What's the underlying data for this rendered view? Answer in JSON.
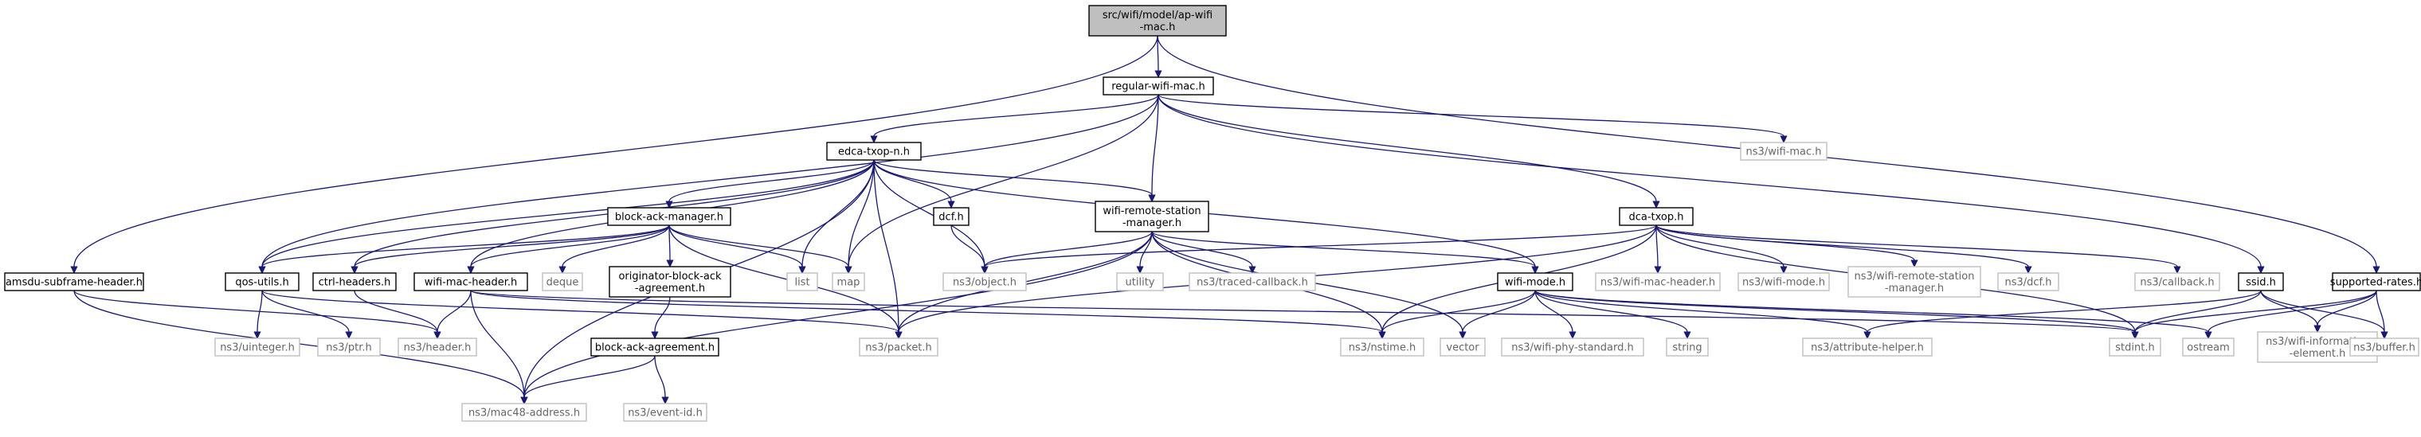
{
  "diagram": {
    "type": "include-dependency-graph",
    "colors": {
      "root_fill": "#bfbfbf",
      "node_border": "#000000",
      "external_border": "#bfbfbf",
      "edge": "#191970"
    },
    "nodes": [
      {
        "id": "root",
        "lines": [
          "src/wifi/model/ap-wifi",
          "-mac.h"
        ],
        "kind": "root"
      },
      {
        "id": "regular",
        "lines": [
          "regular-wifi-mac.h"
        ],
        "kind": "internal"
      },
      {
        "id": "edca",
        "lines": [
          "edca-txop-n.h"
        ],
        "kind": "internal"
      },
      {
        "id": "ns3wifimac",
        "lines": [
          "ns3/wifi-mac.h"
        ],
        "kind": "external"
      },
      {
        "id": "dca",
        "lines": [
          "dca-txop.h"
        ],
        "kind": "internal"
      },
      {
        "id": "supported",
        "lines": [
          "supported-rates.h"
        ],
        "kind": "internal"
      },
      {
        "id": "bam",
        "lines": [
          "block-ack-manager.h"
        ],
        "kind": "internal"
      },
      {
        "id": "dcf",
        "lines": [
          "dcf.h"
        ],
        "kind": "internal"
      },
      {
        "id": "wrsm",
        "lines": [
          "wifi-remote-station",
          "-manager.h"
        ],
        "kind": "internal"
      },
      {
        "id": "amsdu",
        "lines": [
          "amsdu-subframe-header.h"
        ],
        "kind": "internal"
      },
      {
        "id": "qos",
        "lines": [
          "qos-utils.h"
        ],
        "kind": "internal"
      },
      {
        "id": "ctrl",
        "lines": [
          "ctrl-headers.h"
        ],
        "kind": "internal"
      },
      {
        "id": "wmh",
        "lines": [
          "wifi-mac-header.h"
        ],
        "kind": "internal"
      },
      {
        "id": "deque",
        "lines": [
          "deque"
        ],
        "kind": "external"
      },
      {
        "id": "oba",
        "lines": [
          "originator-block-ack",
          "-agreement.h"
        ],
        "kind": "internal"
      },
      {
        "id": "list",
        "lines": [
          "list"
        ],
        "kind": "external"
      },
      {
        "id": "map",
        "lines": [
          "map"
        ],
        "kind": "external"
      },
      {
        "id": "object",
        "lines": [
          "ns3/object.h"
        ],
        "kind": "external"
      },
      {
        "id": "utility",
        "lines": [
          "utility"
        ],
        "kind": "external"
      },
      {
        "id": "traced",
        "lines": [
          "ns3/traced-callback.h"
        ],
        "kind": "external"
      },
      {
        "id": "wmode",
        "lines": [
          "wifi-mode.h"
        ],
        "kind": "internal"
      },
      {
        "id": "ns3wmh",
        "lines": [
          "ns3/wifi-mac-header.h"
        ],
        "kind": "external"
      },
      {
        "id": "ns3wmode",
        "lines": [
          "ns3/wifi-mode.h"
        ],
        "kind": "external"
      },
      {
        "id": "ns3wrsm",
        "lines": [
          "ns3/wifi-remote-station",
          "-manager.h"
        ],
        "kind": "external"
      },
      {
        "id": "ns3dcf",
        "lines": [
          "ns3/dcf.h"
        ],
        "kind": "external"
      },
      {
        "id": "callback",
        "lines": [
          "ns3/callback.h"
        ],
        "kind": "external"
      },
      {
        "id": "ssid",
        "lines": [
          "ssid.h"
        ],
        "kind": "internal"
      },
      {
        "id": "uinteger",
        "lines": [
          "ns3/uinteger.h"
        ],
        "kind": "external"
      },
      {
        "id": "ptr",
        "lines": [
          "ns3/ptr.h"
        ],
        "kind": "external"
      },
      {
        "id": "header",
        "lines": [
          "ns3/header.h"
        ],
        "kind": "external"
      },
      {
        "id": "packet",
        "lines": [
          "ns3/packet.h"
        ],
        "kind": "external"
      },
      {
        "id": "baa",
        "lines": [
          "block-ack-agreement.h"
        ],
        "kind": "internal"
      },
      {
        "id": "nstime",
        "lines": [
          "ns3/nstime.h"
        ],
        "kind": "external"
      },
      {
        "id": "vector",
        "lines": [
          "vector"
        ],
        "kind": "external"
      },
      {
        "id": "phystd",
        "lines": [
          "ns3/wifi-phy-standard.h"
        ],
        "kind": "external"
      },
      {
        "id": "string",
        "lines": [
          "string"
        ],
        "kind": "external"
      },
      {
        "id": "attr",
        "lines": [
          "ns3/attribute-helper.h"
        ],
        "kind": "external"
      },
      {
        "id": "stdint",
        "lines": [
          "stdint.h"
        ],
        "kind": "external"
      },
      {
        "id": "ostream",
        "lines": [
          "ostream"
        ],
        "kind": "external"
      },
      {
        "id": "infoel",
        "lines": [
          "ns3/wifi-information",
          "-element.h"
        ],
        "kind": "external"
      },
      {
        "id": "buffer",
        "lines": [
          "ns3/buffer.h"
        ],
        "kind": "external"
      },
      {
        "id": "mac48",
        "lines": [
          "ns3/mac48-address.h"
        ],
        "kind": "external"
      },
      {
        "id": "eventid",
        "lines": [
          "ns3/event-id.h"
        ],
        "kind": "external"
      }
    ],
    "edges": [
      [
        "root",
        "regular"
      ],
      [
        "root",
        "amsdu"
      ],
      [
        "root",
        "supported"
      ],
      [
        "regular",
        "edca"
      ],
      [
        "regular",
        "ns3wifimac"
      ],
      [
        "regular",
        "dca"
      ],
      [
        "regular",
        "wrsm"
      ],
      [
        "regular",
        "qos"
      ],
      [
        "regular",
        "map"
      ],
      [
        "regular",
        "ssid"
      ],
      [
        "edca",
        "bam"
      ],
      [
        "edca",
        "dcf"
      ],
      [
        "edca",
        "wrsm"
      ],
      [
        "edca",
        "qos"
      ],
      [
        "edca",
        "ctrl"
      ],
      [
        "edca",
        "wmh"
      ],
      [
        "edca",
        "list"
      ],
      [
        "edca",
        "map"
      ],
      [
        "edca",
        "object"
      ],
      [
        "edca",
        "packet"
      ],
      [
        "edca",
        "mac48"
      ],
      [
        "edca",
        "wmode"
      ],
      [
        "bam",
        "qos"
      ],
      [
        "bam",
        "ctrl"
      ],
      [
        "bam",
        "wmh"
      ],
      [
        "bam",
        "deque"
      ],
      [
        "bam",
        "oba"
      ],
      [
        "bam",
        "list"
      ],
      [
        "bam",
        "map"
      ],
      [
        "bam",
        "packet"
      ],
      [
        "dcf",
        "object"
      ],
      [
        "wrsm",
        "object"
      ],
      [
        "wrsm",
        "utility"
      ],
      [
        "wrsm",
        "traced"
      ],
      [
        "wrsm",
        "wmode"
      ],
      [
        "wrsm",
        "packet"
      ],
      [
        "wrsm",
        "nstime"
      ],
      [
        "wrsm",
        "vector"
      ],
      [
        "wrsm",
        "mac48"
      ],
      [
        "dca",
        "object"
      ],
      [
        "dca",
        "ns3wmh"
      ],
      [
        "dca",
        "ns3wmode"
      ],
      [
        "dca",
        "ns3wrsm"
      ],
      [
        "dca",
        "ns3dcf"
      ],
      [
        "dca",
        "callback"
      ],
      [
        "dca",
        "packet"
      ],
      [
        "dca",
        "nstime"
      ],
      [
        "dca",
        "stdint"
      ],
      [
        "amsdu",
        "header"
      ],
      [
        "amsdu",
        "mac48"
      ],
      [
        "qos",
        "uinteger"
      ],
      [
        "qos",
        "ptr"
      ],
      [
        "qos",
        "packet"
      ],
      [
        "ctrl",
        "header"
      ],
      [
        "wmh",
        "header"
      ],
      [
        "wmh",
        "mac48"
      ],
      [
        "wmh",
        "nstime"
      ],
      [
        "wmh",
        "stdint"
      ],
      [
        "oba",
        "baa"
      ],
      [
        "baa",
        "mac48"
      ],
      [
        "baa",
        "eventid"
      ],
      [
        "wmode",
        "nstime"
      ],
      [
        "wmode",
        "vector"
      ],
      [
        "wmode",
        "phystd"
      ],
      [
        "wmode",
        "string"
      ],
      [
        "wmode",
        "attr"
      ],
      [
        "wmode",
        "stdint"
      ],
      [
        "wmode",
        "ostream"
      ],
      [
        "ssid",
        "attr"
      ],
      [
        "ssid",
        "stdint"
      ],
      [
        "ssid",
        "infoel"
      ],
      [
        "ssid",
        "buffer"
      ],
      [
        "supported",
        "stdint"
      ],
      [
        "supported",
        "ostream"
      ],
      [
        "supported",
        "infoel"
      ],
      [
        "supported",
        "buffer"
      ]
    ]
  }
}
